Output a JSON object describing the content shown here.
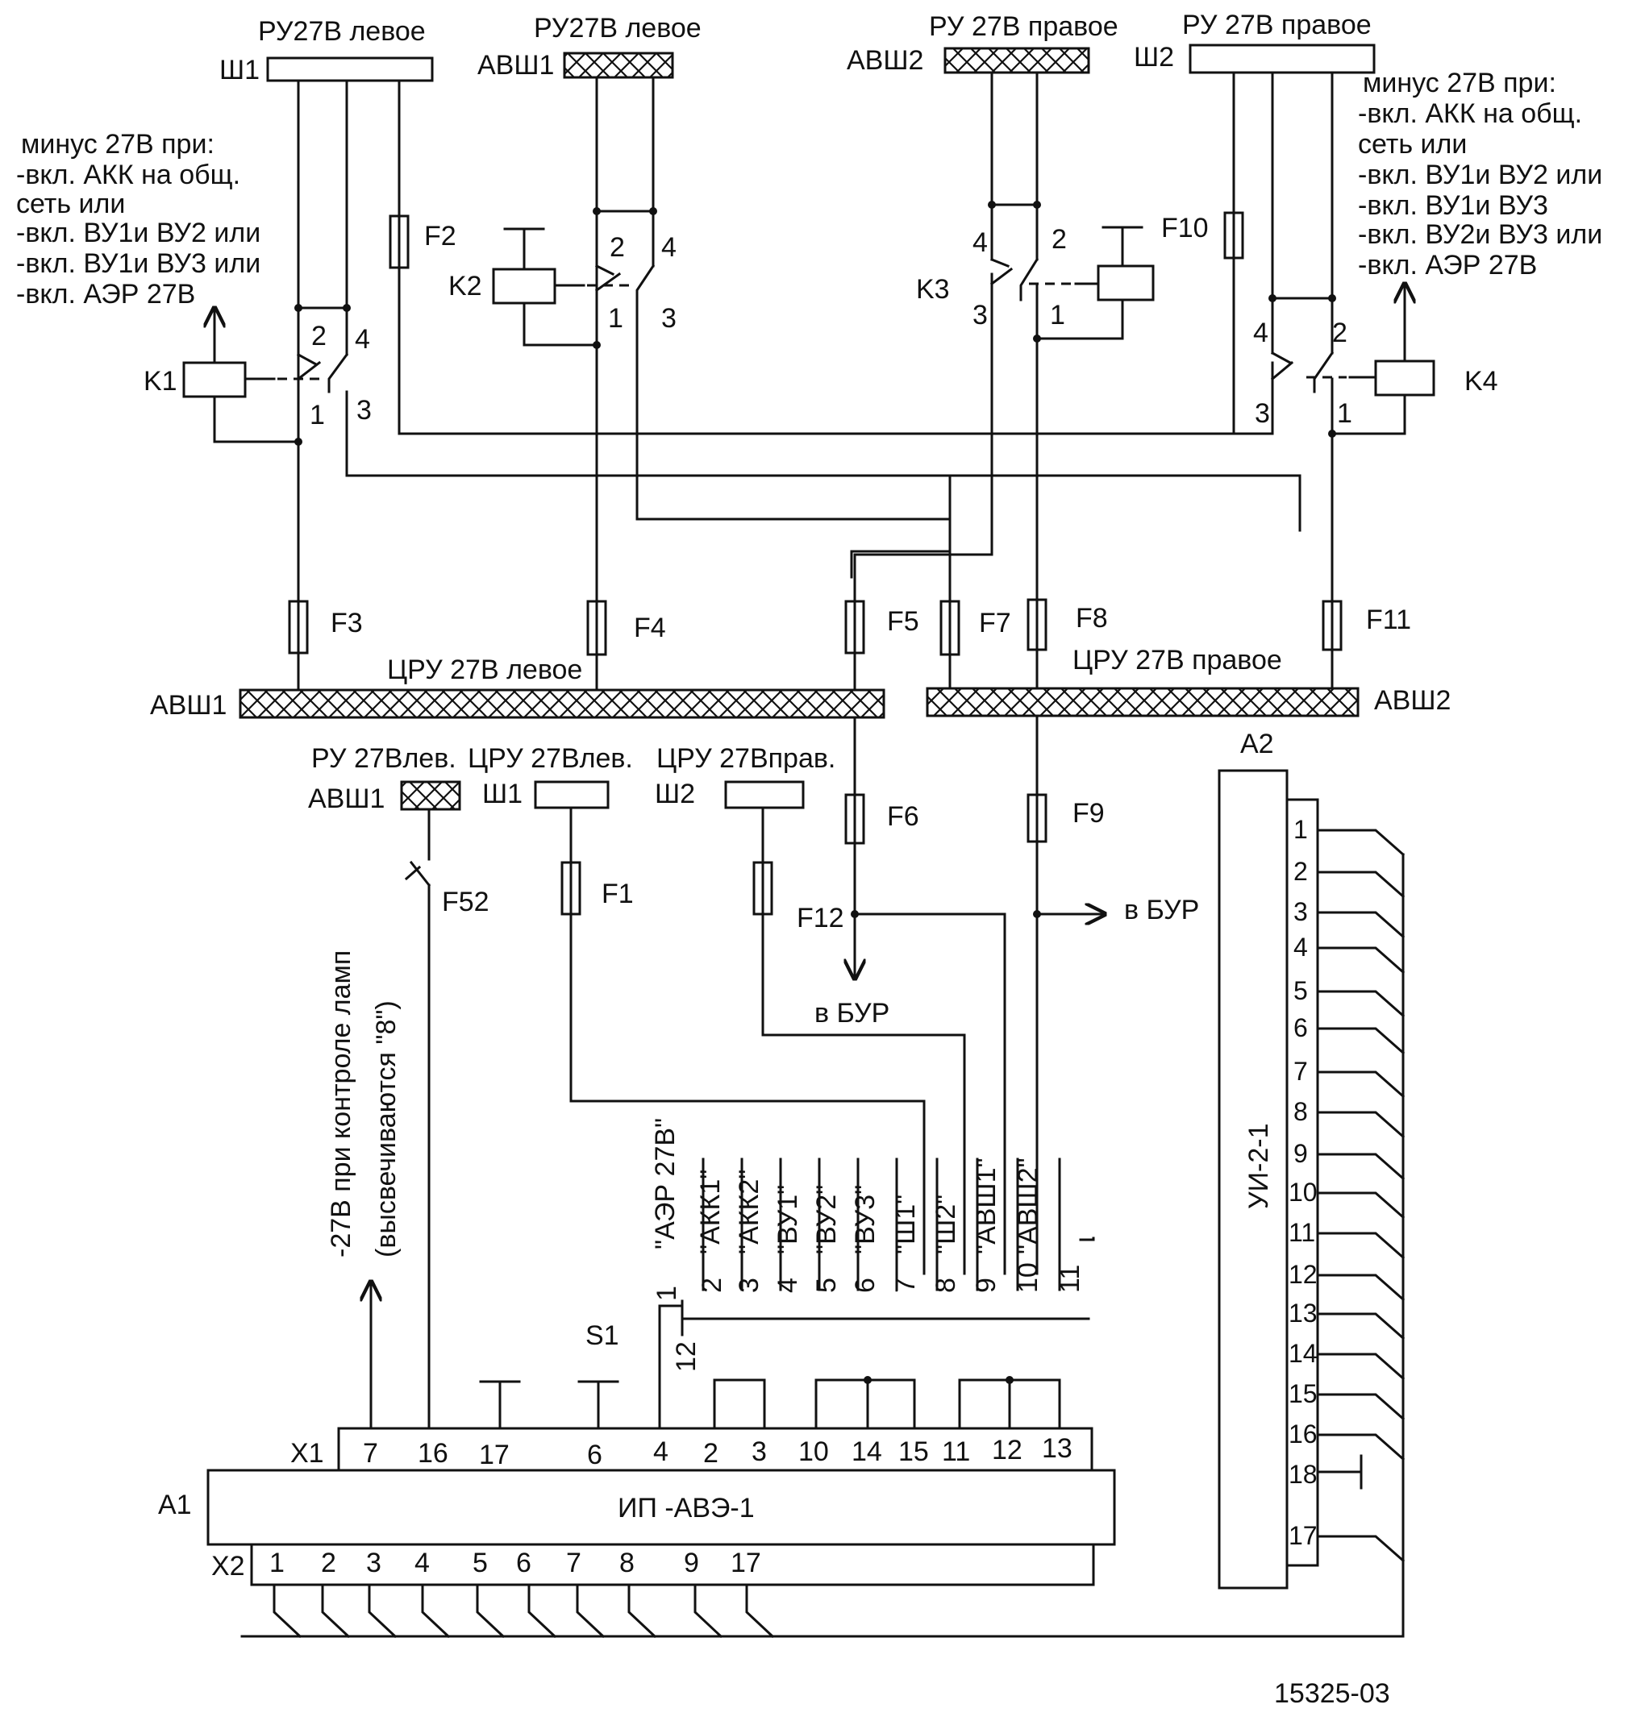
{
  "top": {
    "ru_left_sh1_title": "РУ27В левое",
    "ru_left_sh1_bus": "Ш1",
    "ru_left_avsh1_title": "РУ27В левое",
    "ru_left_avsh1_bus": "АВШ1",
    "ru_right_avsh2_title": "РУ 27В правое",
    "ru_right_avsh2_bus": "АВШ2",
    "ru_right_sh2_title": "РУ 27В правое",
    "ru_right_sh2_bus": "Ш2"
  },
  "notes": {
    "left": [
      "минус 27В при:",
      "-вкл. АКК на общ.",
      "сеть или",
      "-вкл. ВУ1и ВУ2 или",
      "-вкл. ВУ1и ВУ3 или",
      "-вкл. АЭР 27В"
    ],
    "right": [
      "минус 27В при:",
      "-вкл. АКК на общ.",
      "сеть или",
      "-вкл. ВУ1и ВУ2 или",
      "-вкл. ВУ1и ВУ3",
      "-вкл. ВУ2и ВУ3 или",
      "-вкл. АЭР 27В"
    ]
  },
  "relays": {
    "k1": {
      "name": "K1",
      "p1": "1",
      "p2": "2",
      "p3": "3",
      "p4": "4"
    },
    "k2": {
      "name": "K2",
      "p1": "1",
      "p2": "2",
      "p3": "3",
      "p4": "4"
    },
    "k3": {
      "name": "K3",
      "p1": "1",
      "p2": "2",
      "p3": "3",
      "p4": "4"
    },
    "k4": {
      "name": "K4",
      "p1": "1",
      "p2": "2",
      "p3": "3",
      "p4": "4"
    }
  },
  "fuses": {
    "f1": "F1",
    "f2": "F2",
    "f3": "F3",
    "f4": "F4",
    "f5": "F5",
    "f6": "F6",
    "f7": "F7",
    "f8": "F8",
    "f9": "F9",
    "f10": "F10",
    "f11": "F11",
    "f12": "F12",
    "f52": "F52"
  },
  "mid": {
    "cru_left": "ЦРУ 27В левое",
    "cru_right": "ЦРУ 27В правое",
    "avsh1": "АВШ1",
    "avsh2": "АВШ2",
    "ru_lev": "РУ 27Влев.",
    "cru_lev": "ЦРУ 27Влев.",
    "cru_prav": "ЦРУ 27Вправ.",
    "avsh1_small": "АВШ1",
    "sh1_small": "Ш1",
    "sh2_small": "Ш2",
    "to_bur_down": "в БУР",
    "to_bur_right": "в БУР"
  },
  "lamp_note": [
    "-27В при контроле ламп",
    "(высвечиваются \"8\")"
  ],
  "switch_s1": {
    "name": "S1",
    "pos_numbers": [
      "1",
      "2",
      "3",
      "4",
      "5",
      "6",
      "7",
      "8",
      "9",
      "10",
      "11"
    ],
    "pos_labels": [
      "\"АЭР 27В\"",
      "\"АКК1\"",
      "\"АКК2\"",
      "\"ВУ1\"",
      "\"ВУ2\"",
      "\"ВУ3\"",
      "\"Ш1\"",
      "\"Ш2\"",
      "\"АВШ1\"",
      "\"АВШ2\"",
      ""
    ],
    "common": "12"
  },
  "a1": {
    "ref": "A1",
    "name": "ИП -АВЭ-1",
    "x1": "X1",
    "x2": "X2",
    "x1_pins": [
      "7",
      "16",
      "17",
      "6",
      "4",
      "2",
      "3",
      "10",
      "14",
      "15",
      "11",
      "12",
      "13"
    ],
    "x2_pins": [
      "1",
      "2",
      "3",
      "4",
      "5",
      "6",
      "7",
      "8",
      "9",
      "17"
    ]
  },
  "a2": {
    "ref": "A2",
    "name": "УИ-2-1",
    "pins": [
      "1",
      "2",
      "3",
      "4",
      "5",
      "6",
      "7",
      "8",
      "9",
      "10",
      "11",
      "12",
      "13",
      "14",
      "15",
      "16",
      "18",
      "17"
    ]
  },
  "drawing_number": "15325-03"
}
